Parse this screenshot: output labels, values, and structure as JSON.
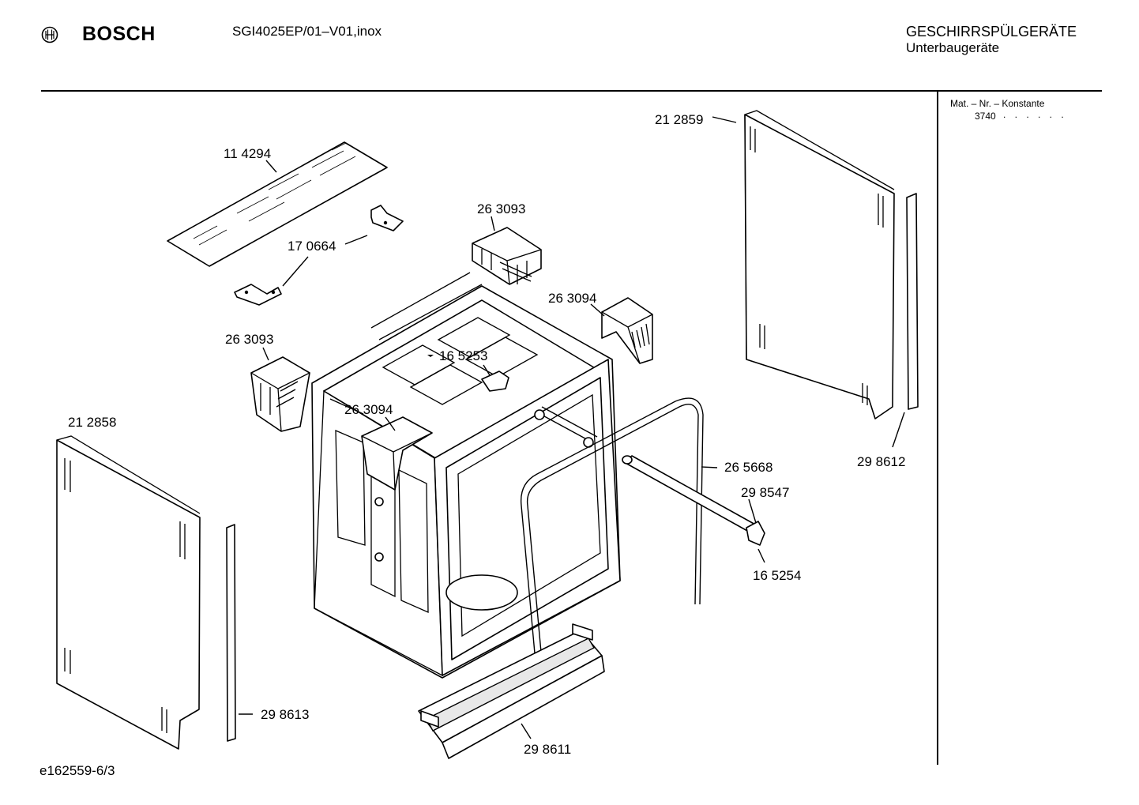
{
  "header": {
    "brand": "BOSCH",
    "model": "SGI4025EP/01–V01,inox",
    "category_line1": "GESCHIRRSPÜLGERÄTE",
    "category_line2": "Unterbaugeräte"
  },
  "side_panel": {
    "title": "Mat. – Nr. – Konstante",
    "value": "3740",
    "dots": ". . . . . ."
  },
  "footer": {
    "drawing_id": "e162559-6/3"
  },
  "parts": [
    {
      "id": "part-114294",
      "label": "11 4294"
    },
    {
      "id": "part-170664",
      "label": "17 0664"
    },
    {
      "id": "part-263093-top",
      "label": "26 3093"
    },
    {
      "id": "part-263094-right",
      "label": "26 3094"
    },
    {
      "id": "part-263093-left",
      "label": "26 3093"
    },
    {
      "id": "part-165253",
      "label": "16 5253"
    },
    {
      "id": "part-263094-inner",
      "label": "26 3094"
    },
    {
      "id": "part-212858",
      "label": "21 2858"
    },
    {
      "id": "part-212859",
      "label": "21 2859"
    },
    {
      "id": "part-265668",
      "label": "26 5668"
    },
    {
      "id": "part-298547",
      "label": "29 8547"
    },
    {
      "id": "part-165254",
      "label": "16 5254"
    },
    {
      "id": "part-298612",
      "label": "29 8612"
    },
    {
      "id": "part-298613",
      "label": "29 8613"
    },
    {
      "id": "part-298611",
      "label": "29 8611"
    }
  ]
}
